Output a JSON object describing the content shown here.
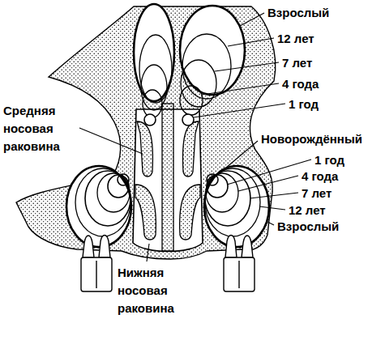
{
  "diagram": {
    "labels": [
      "Взрослый",
      "12 лет",
      "7 лет",
      "4 года",
      "1 год",
      "Средняя носовая раковина",
      "Новорождённый",
      "1 год",
      "4 года",
      "7 лет",
      "12 лет",
      "Взрослый",
      "Нижняя носовая раковина"
    ]
  }
}
